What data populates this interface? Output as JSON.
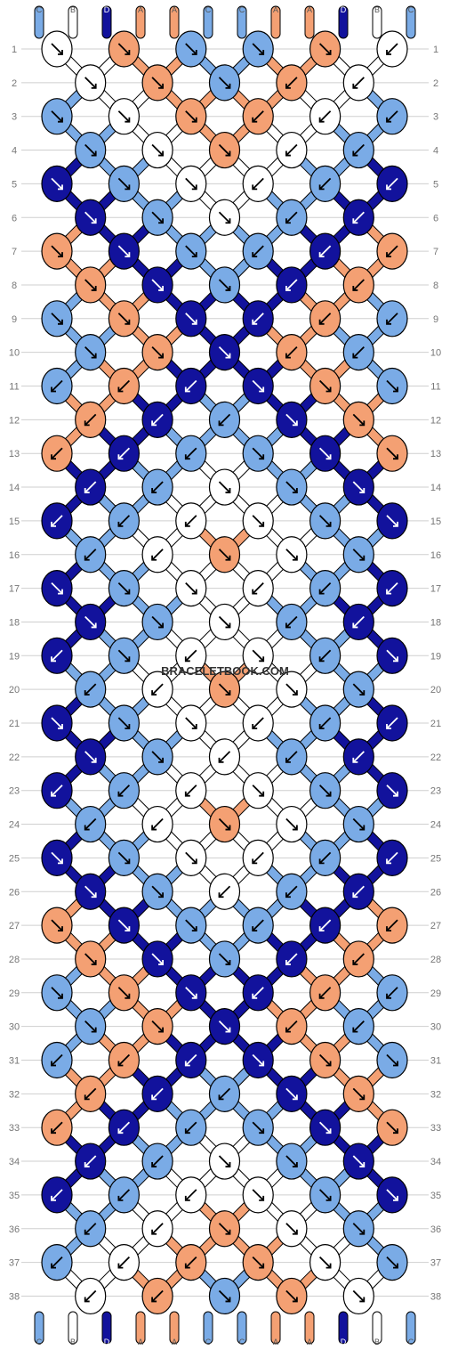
{
  "watermark": "BRACELETBOOK.COM",
  "colors": {
    "A": "#f4a073",
    "B": "#ffffff",
    "C": "#7aabe6",
    "D": "#12129c"
  },
  "strings_top": [
    "C",
    "B",
    "D",
    "A",
    "A",
    "C",
    "C",
    "A",
    "A",
    "D",
    "B",
    "C"
  ],
  "strings_bottom": [
    "C",
    "B",
    "D",
    "A",
    "A",
    "C",
    "C",
    "A",
    "A",
    "D",
    "B",
    "C"
  ],
  "row_numbers": [
    "1",
    "2",
    "3",
    "4",
    "5",
    "6",
    "7",
    "8",
    "9",
    "10",
    "11",
    "12",
    "13",
    "14",
    "15",
    "16",
    "17",
    "18",
    "19",
    "20",
    "21",
    "22",
    "23",
    "24",
    "25",
    "26",
    "27",
    "28",
    "29",
    "30",
    "31",
    "32",
    "33",
    "34",
    "35",
    "36",
    "37",
    "38"
  ],
  "knots": [
    [
      [
        "B",
        "fb"
      ],
      [
        "A",
        "f"
      ],
      [
        "C",
        "f"
      ],
      [
        "C",
        "f"
      ],
      [
        "A",
        "f"
      ],
      [
        "B",
        "bf"
      ]
    ],
    [
      [
        "B",
        "f"
      ],
      [
        "A",
        "f"
      ],
      [
        "C",
        "f"
      ],
      [
        "A",
        "b"
      ],
      [
        "B",
        "b"
      ]
    ],
    [
      [
        "C",
        "f"
      ],
      [
        "B",
        "f"
      ],
      [
        "A",
        "f"
      ],
      [
        "A",
        "b"
      ],
      [
        "B",
        "b"
      ],
      [
        "C",
        "b"
      ]
    ],
    [
      [
        "C",
        "f"
      ],
      [
        "B",
        "f"
      ],
      [
        "A",
        "f"
      ],
      [
        "B",
        "b"
      ],
      [
        "C",
        "b"
      ]
    ],
    [
      [
        "D",
        "f"
      ],
      [
        "C",
        "f"
      ],
      [
        "B",
        "f"
      ],
      [
        "B",
        "b"
      ],
      [
        "C",
        "b"
      ],
      [
        "D",
        "b"
      ]
    ],
    [
      [
        "D",
        "f"
      ],
      [
        "C",
        "f"
      ],
      [
        "B",
        "f"
      ],
      [
        "C",
        "b"
      ],
      [
        "D",
        "b"
      ]
    ],
    [
      [
        "A",
        "f"
      ],
      [
        "D",
        "f"
      ],
      [
        "C",
        "f"
      ],
      [
        "C",
        "b"
      ],
      [
        "D",
        "b"
      ],
      [
        "A",
        "b"
      ]
    ],
    [
      [
        "A",
        "f"
      ],
      [
        "D",
        "f"
      ],
      [
        "C",
        "f"
      ],
      [
        "D",
        "b"
      ],
      [
        "A",
        "b"
      ]
    ],
    [
      [
        "C",
        "f"
      ],
      [
        "A",
        "f"
      ],
      [
        "D",
        "f"
      ],
      [
        "D",
        "b"
      ],
      [
        "A",
        "b"
      ],
      [
        "C",
        "b"
      ]
    ],
    [
      [
        "C",
        "f"
      ],
      [
        "A",
        "f"
      ],
      [
        "D",
        "f"
      ],
      [
        "A",
        "b"
      ],
      [
        "C",
        "b"
      ]
    ],
    [
      [
        "C",
        "b"
      ],
      [
        "A",
        "b"
      ],
      [
        "D",
        "b"
      ],
      [
        "D",
        "f"
      ],
      [
        "A",
        "f"
      ],
      [
        "C",
        "f"
      ]
    ],
    [
      [
        "A",
        "b"
      ],
      [
        "D",
        "b"
      ],
      [
        "C",
        "b"
      ],
      [
        "D",
        "f"
      ],
      [
        "A",
        "f"
      ]
    ],
    [
      [
        "A",
        "b"
      ],
      [
        "D",
        "b"
      ],
      [
        "C",
        "b"
      ],
      [
        "C",
        "f"
      ],
      [
        "D",
        "f"
      ],
      [
        "A",
        "f"
      ]
    ],
    [
      [
        "D",
        "b"
      ],
      [
        "C",
        "b"
      ],
      [
        "B",
        "f"
      ],
      [
        "C",
        "f"
      ],
      [
        "D",
        "f"
      ]
    ],
    [
      [
        "D",
        "b"
      ],
      [
        "C",
        "b"
      ],
      [
        "B",
        "b"
      ],
      [
        "B",
        "f"
      ],
      [
        "C",
        "f"
      ],
      [
        "D",
        "f"
      ]
    ],
    [
      [
        "C",
        "bf"
      ],
      [
        "B",
        "bf"
      ],
      [
        "A",
        "f"
      ],
      [
        "B",
        "fb"
      ],
      [
        "C",
        "fb"
      ]
    ],
    [
      [
        "D",
        "f"
      ],
      [
        "C",
        "f"
      ],
      [
        "B",
        "f"
      ],
      [
        "B",
        "b"
      ],
      [
        "C",
        "b"
      ],
      [
        "D",
        "b"
      ]
    ],
    [
      [
        "D",
        "f"
      ],
      [
        "C",
        "f"
      ],
      [
        "B",
        "f"
      ],
      [
        "C",
        "b"
      ],
      [
        "D",
        "b"
      ]
    ],
    [
      [
        "D",
        "b"
      ],
      [
        "C",
        "f"
      ],
      [
        "B",
        "b"
      ],
      [
        "B",
        "f"
      ],
      [
        "C",
        "b"
      ],
      [
        "D",
        "f"
      ]
    ],
    [
      [
        "C",
        "bf"
      ],
      [
        "B",
        "bf"
      ],
      [
        "A",
        "f"
      ],
      [
        "B",
        "fb"
      ],
      [
        "C",
        "fb"
      ]
    ],
    [
      [
        "D",
        "f"
      ],
      [
        "C",
        "f"
      ],
      [
        "B",
        "f"
      ],
      [
        "B",
        "b"
      ],
      [
        "C",
        "b"
      ],
      [
        "D",
        "b"
      ]
    ],
    [
      [
        "D",
        "f"
      ],
      [
        "C",
        "f"
      ],
      [
        "B",
        "b"
      ],
      [
        "C",
        "b"
      ],
      [
        "D",
        "b"
      ]
    ],
    [
      [
        "D",
        "b"
      ],
      [
        "C",
        "b"
      ],
      [
        "B",
        "b"
      ],
      [
        "B",
        "f"
      ],
      [
        "C",
        "f"
      ],
      [
        "D",
        "f"
      ]
    ],
    [
      [
        "C",
        "bf"
      ],
      [
        "B",
        "bf"
      ],
      [
        "A",
        "f"
      ],
      [
        "B",
        "fb"
      ],
      [
        "C",
        "fb"
      ]
    ],
    [
      [
        "D",
        "f"
      ],
      [
        "C",
        "f"
      ],
      [
        "B",
        "f"
      ],
      [
        "B",
        "b"
      ],
      [
        "C",
        "b"
      ],
      [
        "D",
        "b"
      ]
    ],
    [
      [
        "D",
        "f"
      ],
      [
        "C",
        "f"
      ],
      [
        "B",
        "b"
      ],
      [
        "C",
        "b"
      ],
      [
        "D",
        "b"
      ]
    ],
    [
      [
        "A",
        "f"
      ],
      [
        "D",
        "f"
      ],
      [
        "C",
        "f"
      ],
      [
        "C",
        "b"
      ],
      [
        "D",
        "b"
      ],
      [
        "A",
        "b"
      ]
    ],
    [
      [
        "A",
        "f"
      ],
      [
        "D",
        "f"
      ],
      [
        "C",
        "f"
      ],
      [
        "D",
        "b"
      ],
      [
        "A",
        "b"
      ]
    ],
    [
      [
        "C",
        "f"
      ],
      [
        "A",
        "f"
      ],
      [
        "D",
        "f"
      ],
      [
        "D",
        "b"
      ],
      [
        "A",
        "b"
      ],
      [
        "C",
        "b"
      ]
    ],
    [
      [
        "C",
        "fb"
      ],
      [
        "A",
        "f"
      ],
      [
        "D",
        "f"
      ],
      [
        "A",
        "b"
      ],
      [
        "C",
        "bf"
      ]
    ],
    [
      [
        "C",
        "b"
      ],
      [
        "A",
        "b"
      ],
      [
        "D",
        "b"
      ],
      [
        "D",
        "f"
      ],
      [
        "A",
        "f"
      ],
      [
        "C",
        "f"
      ]
    ],
    [
      [
        "A",
        "b"
      ],
      [
        "D",
        "b"
      ],
      [
        "C",
        "b"
      ],
      [
        "D",
        "f"
      ],
      [
        "A",
        "f"
      ]
    ],
    [
      [
        "A",
        "b"
      ],
      [
        "D",
        "b"
      ],
      [
        "C",
        "b"
      ],
      [
        "C",
        "f"
      ],
      [
        "D",
        "f"
      ],
      [
        "A",
        "f"
      ]
    ],
    [
      [
        "D",
        "b"
      ],
      [
        "C",
        "b"
      ],
      [
        "B",
        "f"
      ],
      [
        "C",
        "f"
      ],
      [
        "D",
        "f"
      ]
    ],
    [
      [
        "D",
        "b"
      ],
      [
        "C",
        "b"
      ],
      [
        "B",
        "b"
      ],
      [
        "B",
        "f"
      ],
      [
        "C",
        "f"
      ],
      [
        "D",
        "f"
      ]
    ],
    [
      [
        "C",
        "b"
      ],
      [
        "B",
        "b"
      ],
      [
        "A",
        "f"
      ],
      [
        "B",
        "f"
      ],
      [
        "C",
        "f"
      ]
    ],
    [
      [
        "C",
        "b"
      ],
      [
        "B",
        "b"
      ],
      [
        "A",
        "b"
      ],
      [
        "A",
        "f"
      ],
      [
        "B",
        "f"
      ],
      [
        "C",
        "f"
      ]
    ],
    [
      [
        "B",
        "b"
      ],
      [
        "A",
        "b"
      ],
      [
        "C",
        "f"
      ],
      [
        "A",
        "f"
      ],
      [
        "B",
        "f"
      ]
    ]
  ]
}
